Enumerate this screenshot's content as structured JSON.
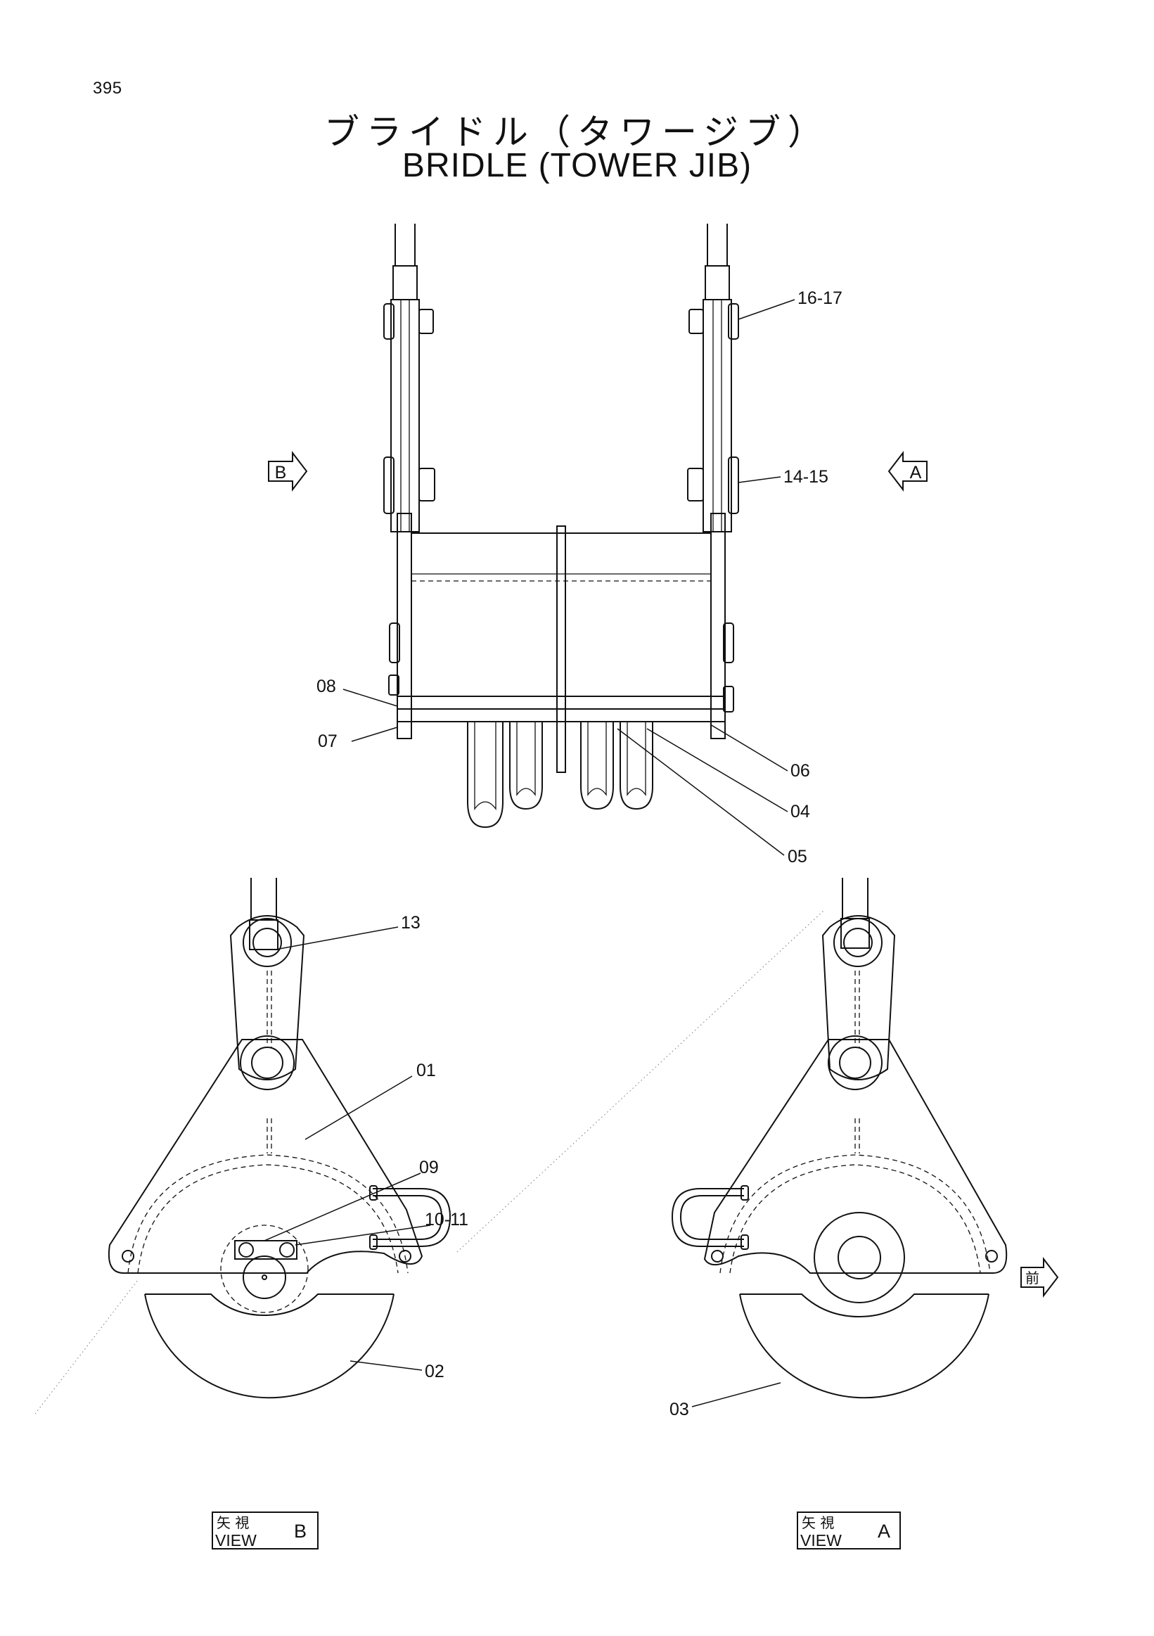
{
  "page": {
    "number": "395",
    "title_jp": "ブライドル（タワージブ）",
    "title_en": "BRIDLE (TOWER JIB)"
  },
  "arrows": {
    "view_b_arrow": "B",
    "view_a_arrow": "A",
    "front_arrow": "前"
  },
  "callouts": {
    "c16_17": "16-17",
    "c14_15": "14-15",
    "c08": "08",
    "c07": "07",
    "c06": "06",
    "c04": "04",
    "c05": "05",
    "c13": "13",
    "c01": "01",
    "c09": "09",
    "c10_11": "10-11",
    "c02": "02",
    "c03": "03"
  },
  "view_labels": {
    "b": {
      "jp": "矢 視",
      "en": "VIEW",
      "letter": "B"
    },
    "a": {
      "jp": "矢 視",
      "en": "VIEW",
      "letter": "A"
    }
  }
}
